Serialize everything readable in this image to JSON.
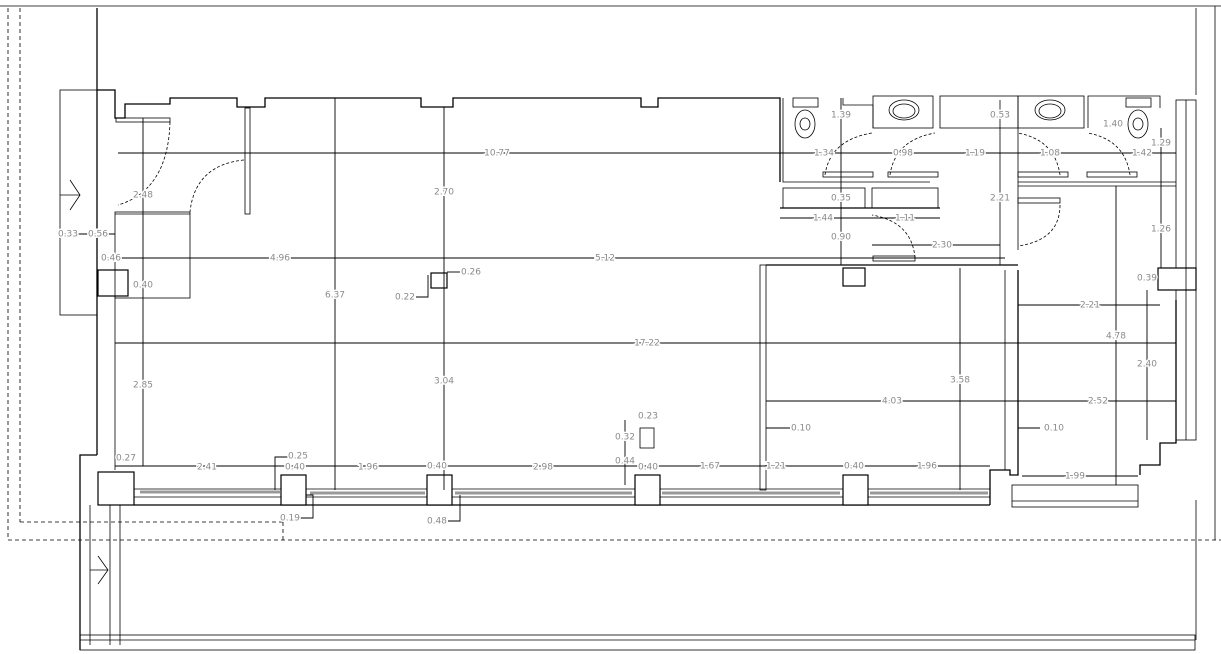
{
  "drawing": {
    "type": "floor-plan",
    "dimensions": {
      "top_run": "10.77",
      "left_upper": "2.48",
      "mid_upper": "2.70",
      "left_offset_a": "0.33",
      "left_offset_b": "0.56",
      "left_offset_c": "0.46",
      "span_left": "4.96",
      "span_right": "5.12",
      "col_w": "0.26",
      "col_h": "0.22",
      "left_col": "0.40",
      "height_main": "6.37",
      "overall_length": "17.22",
      "left_lower": "2.85",
      "mid_lower": "3.04",
      "b_027": "0.27",
      "b_241": "2.41",
      "b_025": "0.25",
      "b_040a": "0.40",
      "b_196a": "1.96",
      "b_040b": "0.40",
      "b_298": "2.98",
      "b_044": "0.44",
      "b_040c": "0.40",
      "b_167": "1.67",
      "b_121": "1.21",
      "b_040d": "0.40",
      "b_196b": "1.96",
      "b_019": "0.19",
      "b_048": "0.48",
      "box_w": "0.23",
      "box_h": "0.32",
      "wall_a": "0.10",
      "wall_b": "0.10",
      "room_w": "4.03",
      "right_w": "2.52",
      "room_h": "3.58",
      "win_w": "1.99",
      "wc_139": "1.39",
      "wc_053": "0.53",
      "wc_140": "1.40",
      "wc_129": "1.29",
      "wc_134": "1.34",
      "wc_098": "0.98",
      "wc_119": "1.19",
      "wc_108": "1.08",
      "wc_142": "1.42",
      "wc_035": "0.35",
      "wc_221": "2.21",
      "wc_144": "1.44",
      "wc_111": "1.11",
      "wc_090": "0.90",
      "wc_230": "2.30",
      "r_126": "1.26",
      "r_039": "0.39",
      "r_221": "2.21",
      "r_478": "4.78",
      "r_240": "2.40"
    }
  }
}
